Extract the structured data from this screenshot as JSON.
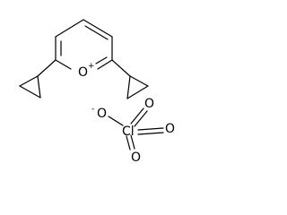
{
  "molecule": {
    "cation": {
      "ring_oxygen": "O",
      "ring_oxygen_charge": "+"
    },
    "anion": {
      "oxygen_minus": "O",
      "oxygen_minus_charge": "-",
      "chlorine": "Cl",
      "oxygen_right": "O",
      "oxygen_down": "O",
      "oxygen_up": "O"
    }
  }
}
